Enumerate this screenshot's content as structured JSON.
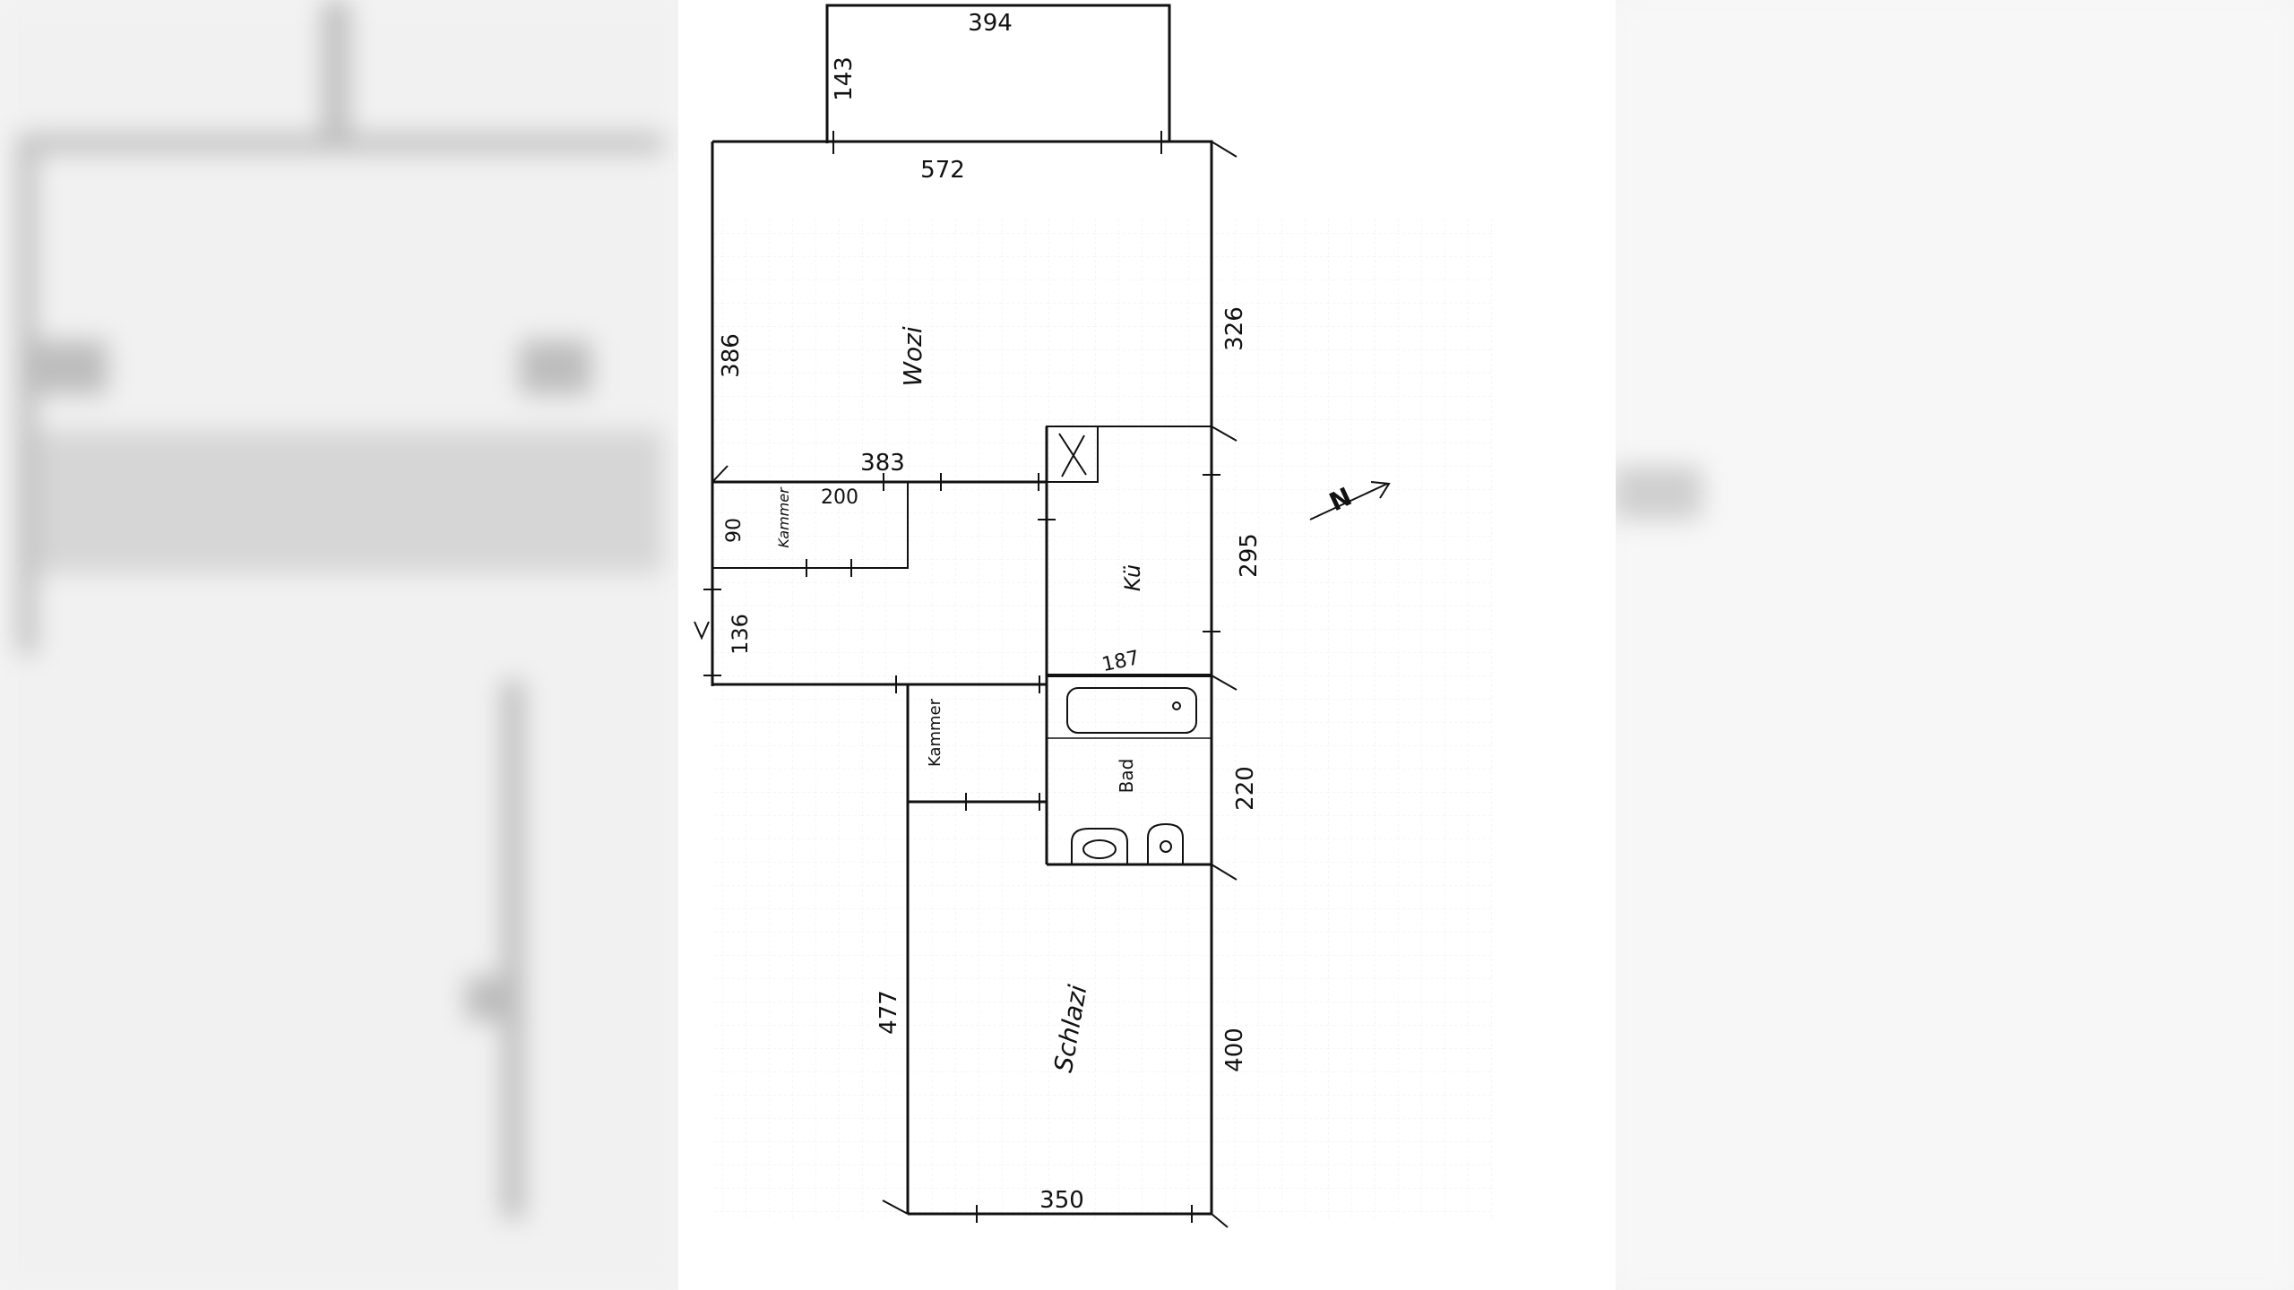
{
  "plan": {
    "rooms": {
      "living": "Wozi",
      "storage_1": "Kammer",
      "kitchen": "Kü",
      "storage_2": "Kammer",
      "bath": "Bad",
      "bedroom": "Schlazi"
    },
    "dimensions": {
      "balcony_width": "394",
      "balcony_depth": "143",
      "living_width": "572",
      "living_left": "386",
      "living_right": "326",
      "living_inner": "383",
      "storage_width": "200",
      "storage_depth": "90",
      "hall_depth": "136",
      "kitchen_height": "295",
      "kitchen_width": "187",
      "bath_height": "220",
      "bedroom_left": "477",
      "bedroom_right": "400",
      "bedroom_width": "350"
    },
    "north_label": "N",
    "entry_mark": "v"
  },
  "colors": {
    "ink": "#111111",
    "paper": "#ffffff",
    "grid": "#e6e6e6"
  }
}
